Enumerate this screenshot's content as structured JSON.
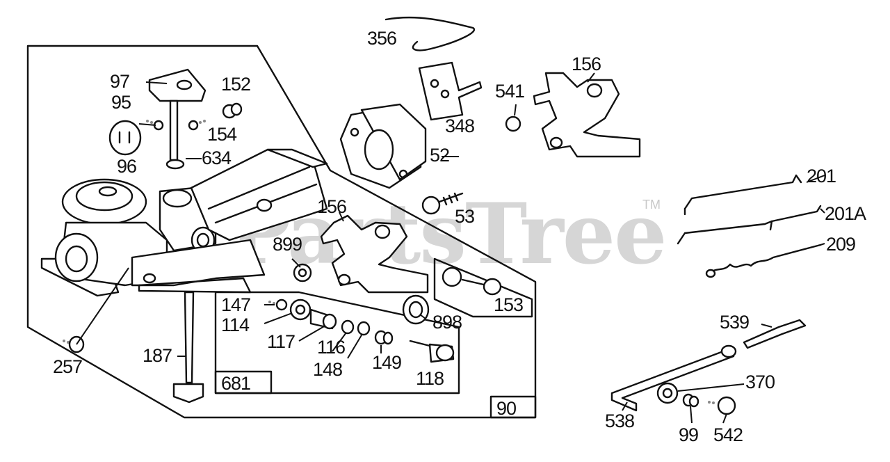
{
  "watermark": {
    "text": "PartsTree",
    "trademark": "TM"
  },
  "parts": {
    "p356": "356",
    "p97": "97",
    "p95": "95",
    "p152": "152",
    "p154": "154",
    "p96": "96",
    "p634": "634",
    "p348": "348",
    "p541": "541",
    "p156a": "156",
    "p52": "52",
    "p53": "53",
    "p156b": "156",
    "p899": "899",
    "p201": "201",
    "p201A": "201A",
    "p209": "209",
    "p147": "147",
    "p114": "114",
    "p117": "117",
    "p116": "116",
    "p148": "148",
    "p149": "149",
    "p118": "118",
    "p153": "153",
    "p898": "898",
    "p257": "257",
    "p187": "187",
    "p539": "539",
    "p370": "370",
    "p538": "538",
    "p99": "99",
    "p542": "542"
  },
  "boxes": {
    "kit681": "681",
    "kit90": "90"
  }
}
